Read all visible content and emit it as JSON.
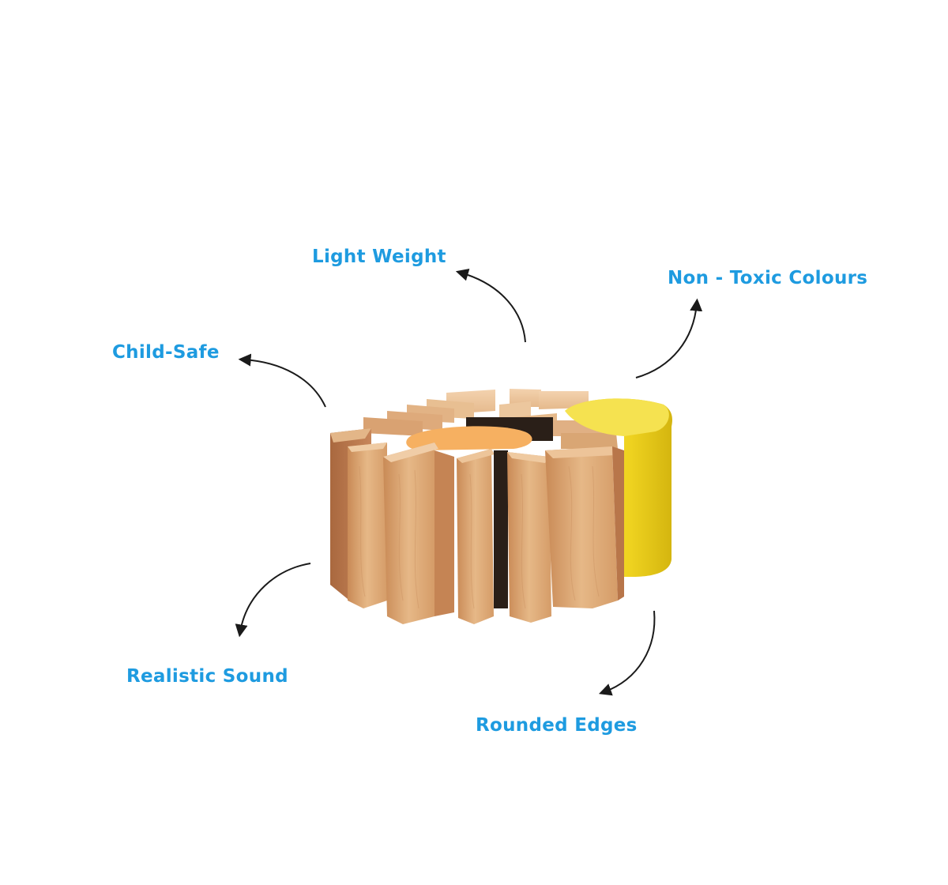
{
  "colors": {
    "label": "#1e9be0",
    "arrow": "#1a1a1a",
    "wood_light": "#e9bf93",
    "wood_mid": "#d69b66",
    "wood_dark": "#b8764a",
    "orange_cap": "#f6b061",
    "yellow_piece": "#f2d726",
    "yellow_shadow": "#d8bb10"
  },
  "features": {
    "light_weight": "Light Weight",
    "non_toxic": "Non - Toxic Colours",
    "child_safe": "Child-Safe",
    "realistic_sound": "Realistic Sound",
    "rounded_edges": "Rounded Edges"
  }
}
